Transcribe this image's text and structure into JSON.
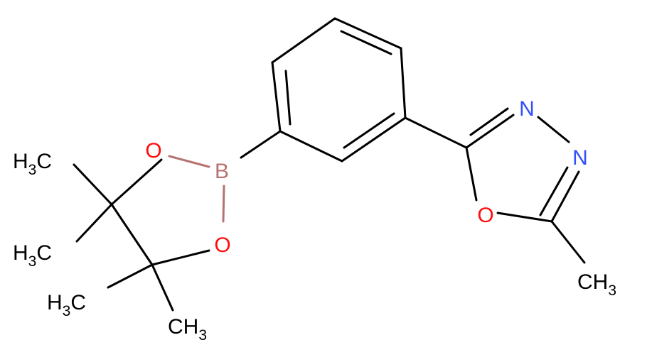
{
  "molecule": {
    "atoms": {
      "O_ring_top": "O",
      "O_ring_bottom": "O",
      "B": "B",
      "N3": "N",
      "N4": "N",
      "O_oxadiazole": "O",
      "H3C_1": "H",
      "H3C_1_sub": "3",
      "H3C_1_c": "C",
      "H3C_2": "H",
      "H3C_2_sub": "3",
      "H3C_2_c": "C",
      "H3C_3": "H",
      "H3C_3_sub": "3",
      "H3C_3_c": "C",
      "CH3_4_c": "CH",
      "CH3_4_sub": "3",
      "CH3_5_c": "CH",
      "CH3_5_sub": "3"
    },
    "colors": {
      "carbon_bond": "#000000",
      "oxygen": "#ff0d0d",
      "nitrogen": "#3050f8",
      "boron": "#b5726f"
    }
  }
}
